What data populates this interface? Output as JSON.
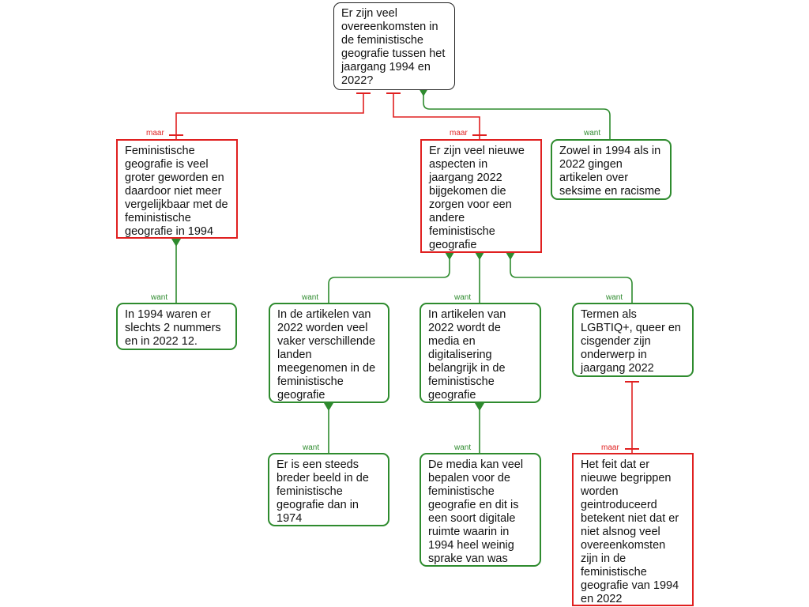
{
  "root": {
    "text": "Er zijn veel overeenkomsten in de feministische geografie tussen het jaargang 1994 en 2022?"
  },
  "claims": {
    "c1": {
      "text": "Feministische geografie is veel groter geworden en daardoor niet meer vergelijkbaar met de feministische geografie in 1994",
      "relation": "maar"
    },
    "c2": {
      "text": "Er zijn veel nieuwe aspecten in jaargang 2022 bijgekomen die zorgen voor een andere feministische geografie",
      "relation": "maar"
    },
    "c3": {
      "text": "Zowel in 1994 als in 2022 gingen artikelen over seksime en racisme",
      "relation": "want"
    },
    "c1a": {
      "text": "In 1994 waren er slechts 2 nummers en in 2022 12.",
      "relation": "want"
    },
    "c2a": {
      "text": "In de artikelen van 2022 worden veel vaker verschillende landen meegenomen in de feministische geografie",
      "relation": "want"
    },
    "c2b": {
      "text": "In artikelen van 2022 wordt de media en digitalisering belangrijk in de feministische geografie",
      "relation": "want"
    },
    "c2c": {
      "text": "Termen als LGBTIQ+, queer en cisgender zijn onderwerp in jaargang 2022",
      "relation": "want"
    },
    "c2a1": {
      "text": "Er is een steeds breder beeld in de feministische geografie dan in 1974",
      "relation": "want"
    },
    "c2b1": {
      "text": "De media kan veel bepalen voor de feministische geografie en dit is een soort digitale ruimte waarin in 1994 heel weinig sprake van was",
      "relation": "want"
    },
    "c2c1": {
      "text": "Het feit dat er nieuwe begrippen worden geintroduceerd betekent niet dat er niet alsnog veel overeenkomsten zijn in de feministische geografie van 1994 en 2022",
      "relation": "maar"
    }
  },
  "colors": {
    "support": "#2e8b2e",
    "oppose": "#e02020",
    "root_border": "#222222"
  }
}
